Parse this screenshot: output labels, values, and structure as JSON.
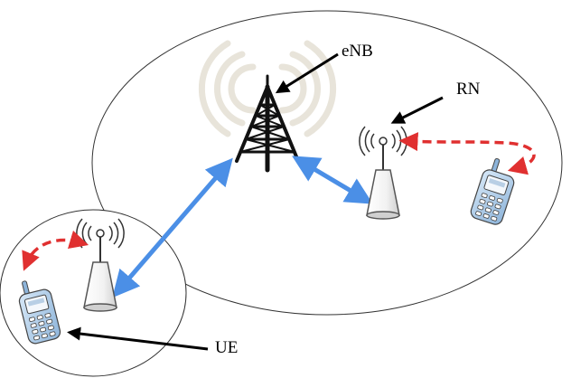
{
  "labels": {
    "enb": "eNB",
    "rn": "RN",
    "ue": "UE"
  },
  "colors": {
    "backhaul": "#4b8fe6",
    "access": "#e03030",
    "phone": "#9bbfe0",
    "relay_body": "#f4f4f4",
    "outline": "#555555",
    "tower": "#111111",
    "ghost_waves": "#e8e4da"
  },
  "icons": {
    "enb": "cell-tower-icon",
    "relay": "relay-node-icon",
    "phone": "mobile-phone-icon"
  }
}
